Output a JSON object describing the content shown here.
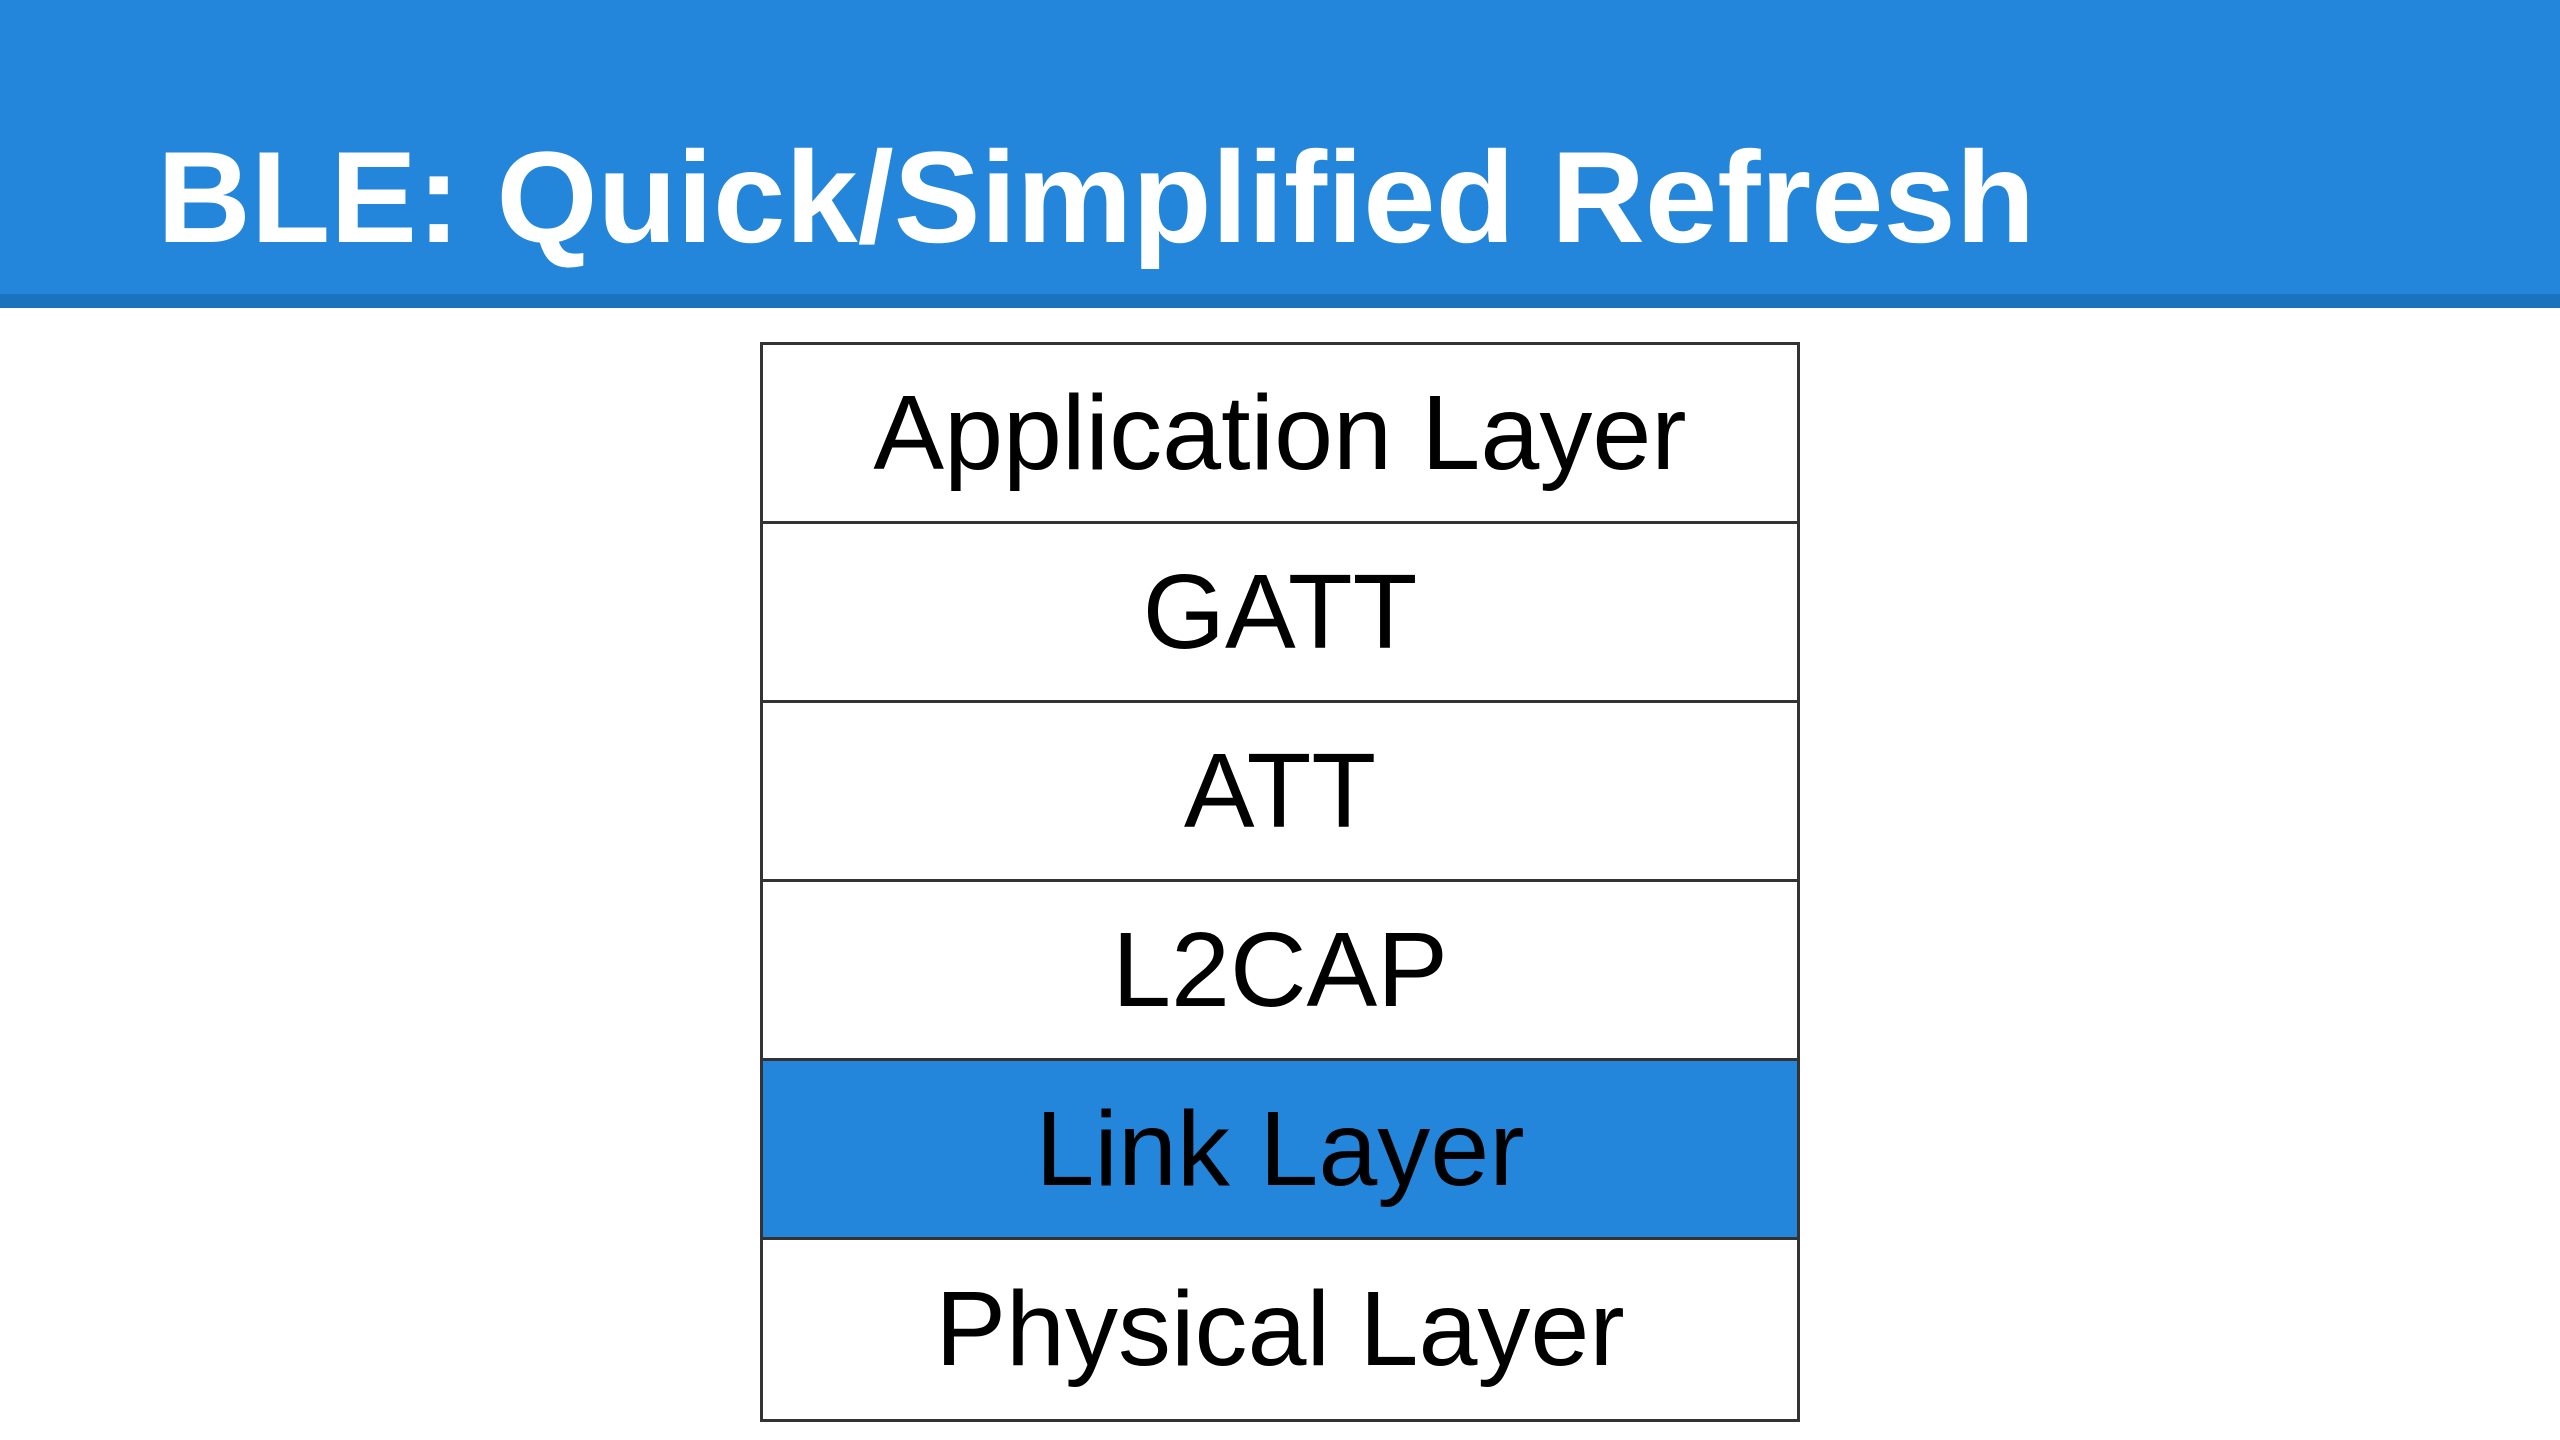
{
  "header": {
    "title": "BLE: Quick/Simplified Refresh"
  },
  "colors": {
    "accent": "#2386db",
    "accent_dark": "#1c73bd",
    "border": "#333333"
  },
  "stack": {
    "layers": [
      {
        "label": "Application Layer",
        "highlighted": false
      },
      {
        "label": "GATT",
        "highlighted": false
      },
      {
        "label": "ATT",
        "highlighted": false
      },
      {
        "label": "L2CAP",
        "highlighted": false
      },
      {
        "label": "Link Layer",
        "highlighted": true
      },
      {
        "label": "Physical Layer",
        "highlighted": false
      }
    ]
  }
}
